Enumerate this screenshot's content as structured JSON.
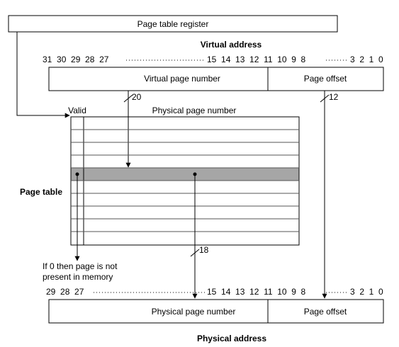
{
  "page_table_register": "Page table register",
  "virtual_address": {
    "title": "Virtual address",
    "bits_left": "31  30  29  28  27",
    "bits_mid": "15  14  13  12  11  10  9  8",
    "bits_right": "3  2  1  0",
    "page_number_label": "Virtual page number",
    "offset_label": "Page offset",
    "page_number_width": "20",
    "offset_width": "12"
  },
  "page_table": {
    "label": "Page table",
    "valid_header": "Valid",
    "ppn_header": "Physical page number",
    "output_width": "18",
    "note_line1": "If 0 then page is not",
    "note_line2": "present in memory"
  },
  "physical_address": {
    "title": "Physical address",
    "bits_left": "29  28  27",
    "bits_mid": "15  14  13  12  11  10  9  8",
    "bits_right": "3  2  1  0",
    "page_number_label": "Physical page number",
    "offset_label": "Page offset"
  },
  "colors": {
    "line": "#000000",
    "selected_row": "#a6a6a6",
    "table_rule": "#555555"
  }
}
